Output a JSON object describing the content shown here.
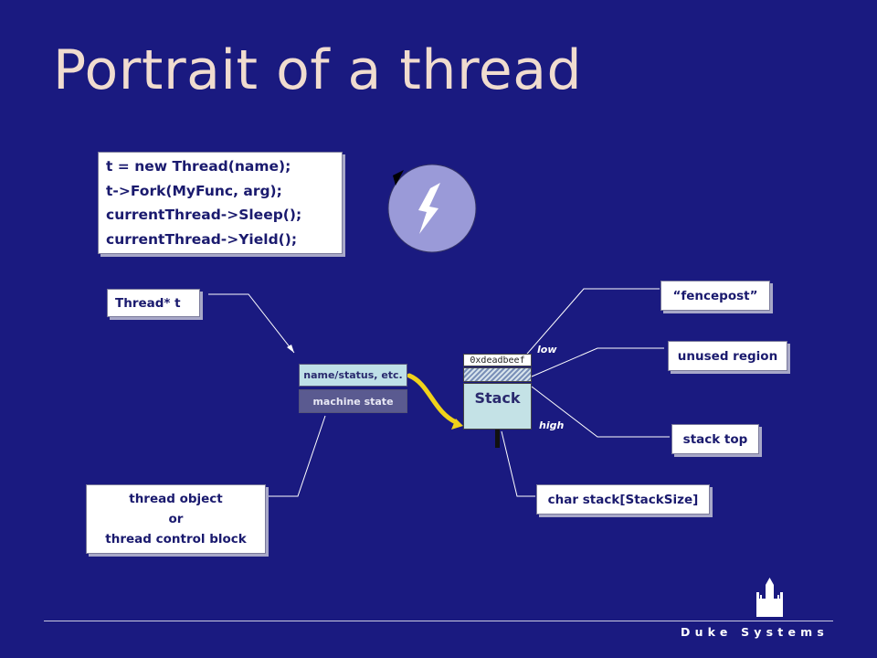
{
  "slide": {
    "title": "Portrait of a thread"
  },
  "code": {
    "lines": [
      "t = new Thread(name);",
      "t->Fork(MyFunc, arg);",
      "currentThread->Sleep();",
      "currentThread->Yield();"
    ]
  },
  "labels": {
    "thread_ptr": "Thread* t",
    "tcb_top": "name/status, etc.",
    "tcb_bottom": "machine state",
    "tcb_desc": [
      "thread object",
      "or",
      "thread control block"
    ],
    "stack_deadbeef": "0xdeadbeef",
    "stack": "Stack",
    "low": "low",
    "high": "high",
    "fencepost": "“fencepost”",
    "unused_region": "unused region",
    "stack_top": "stack top",
    "char_stack": "char stack[StackSize]"
  },
  "footer": {
    "org": "Duke Systems"
  },
  "colors": {
    "background": "#1a1a80",
    "title": "#f0dccf",
    "arrow_yellow": "#f0d21a",
    "circle": "#9a9ad8"
  },
  "icons": [
    "lightning-bolt-icon",
    "duke-chapel-logo-icon"
  ]
}
